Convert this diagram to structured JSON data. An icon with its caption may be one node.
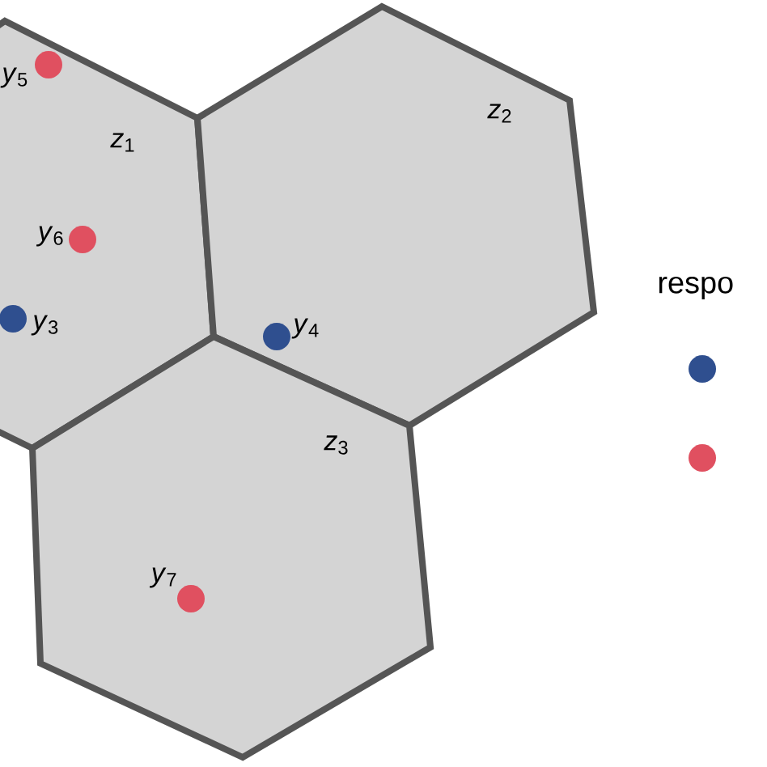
{
  "diagram": {
    "nodes": [
      {
        "text": [
          "*z*$_{1}$"
        ]
      },
      {
        "text": [
          "*z*$_{2}$"
        ]
      },
      {
        "text": [
          "*z*$_{3}$"
        ]
      }
    ],
    "labels": [
      "*y*$_{5}$",
      "*y*$_{6}$",
      "*y*$_{3}$",
      "*y*$_{4}$",
      "*y*$_{7}$",
      "respo"
    ]
  }
}
